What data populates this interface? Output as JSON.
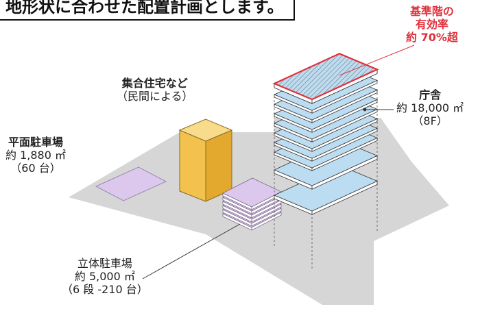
{
  "header": {
    "text": "地形状に合わせた配置計画とします。"
  },
  "labels": {
    "housing": {
      "line1": "集合住宅など",
      "line2": "（民間による）"
    },
    "flat_parking": {
      "line1": "平面駐車場",
      "line2": "約 1,880 ㎡",
      "line3": "（60 台）"
    },
    "multi_parking": {
      "line1": "立体駐車場",
      "line2": "約 5,000 ㎡",
      "line3": "（6 段 -210 台）"
    },
    "office": {
      "line1": "庁舎",
      "line2": "約 18,000 ㎡",
      "line3": "（8F）"
    },
    "efficiency": {
      "line1": "基準階の",
      "line2": "有効率",
      "line3": "約 70%超"
    }
  },
  "colors": {
    "site": "#d6d6d6",
    "housing_front": "#f2c14e",
    "housing_side": "#e2a92e",
    "housing_top": "#f8dc8c",
    "parking": "#dcc8ec",
    "parking_edge": "#7a6a8a",
    "floor_blue": "#bcdcf2",
    "floor_side": "#ffffff",
    "highlight": "#e0303a"
  }
}
